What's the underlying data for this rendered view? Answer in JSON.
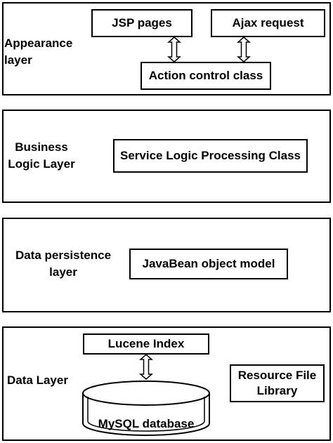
{
  "layers": {
    "appearance": {
      "label_line1": "Appearance",
      "label_line2": "layer",
      "boxes": {
        "jsp": "JSP pages",
        "ajax": "Ajax request",
        "action": "Action control class"
      }
    },
    "business": {
      "label_line1": "Business",
      "label_line2": "Logic Layer",
      "boxes": {
        "service": "Service Logic Processing Class"
      }
    },
    "persistence": {
      "label_line1": "Data persistence",
      "label_line2": "layer",
      "boxes": {
        "javabean": "JavaBean object model"
      }
    },
    "data": {
      "label": "Data Layer",
      "boxes": {
        "lucene": "Lucene Index",
        "mysql": "MySQL database",
        "resource_line1": "Resource File",
        "resource_line2": "Library"
      }
    }
  }
}
